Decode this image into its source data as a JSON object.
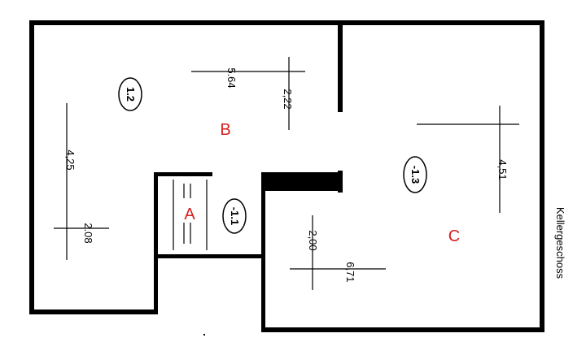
{
  "plan": {
    "title": "Kellergeschoss",
    "rooms": [
      {
        "id": "A",
        "label": "A",
        "tag": "-1.1"
      },
      {
        "id": "B",
        "label": "B",
        "tag": "1.2"
      },
      {
        "id": "C",
        "label": "C",
        "tag": "-1.3"
      }
    ],
    "dimensions": {
      "b_width": "5.64",
      "b_depth": "2,22",
      "b_left_h": "4,25",
      "b_left_w": "2.08",
      "c_h": "4,51",
      "c_w": "6,71",
      "c_d": "2,00"
    },
    "colors": {
      "wall": "#000000",
      "room_label": "#d61f1f"
    }
  }
}
